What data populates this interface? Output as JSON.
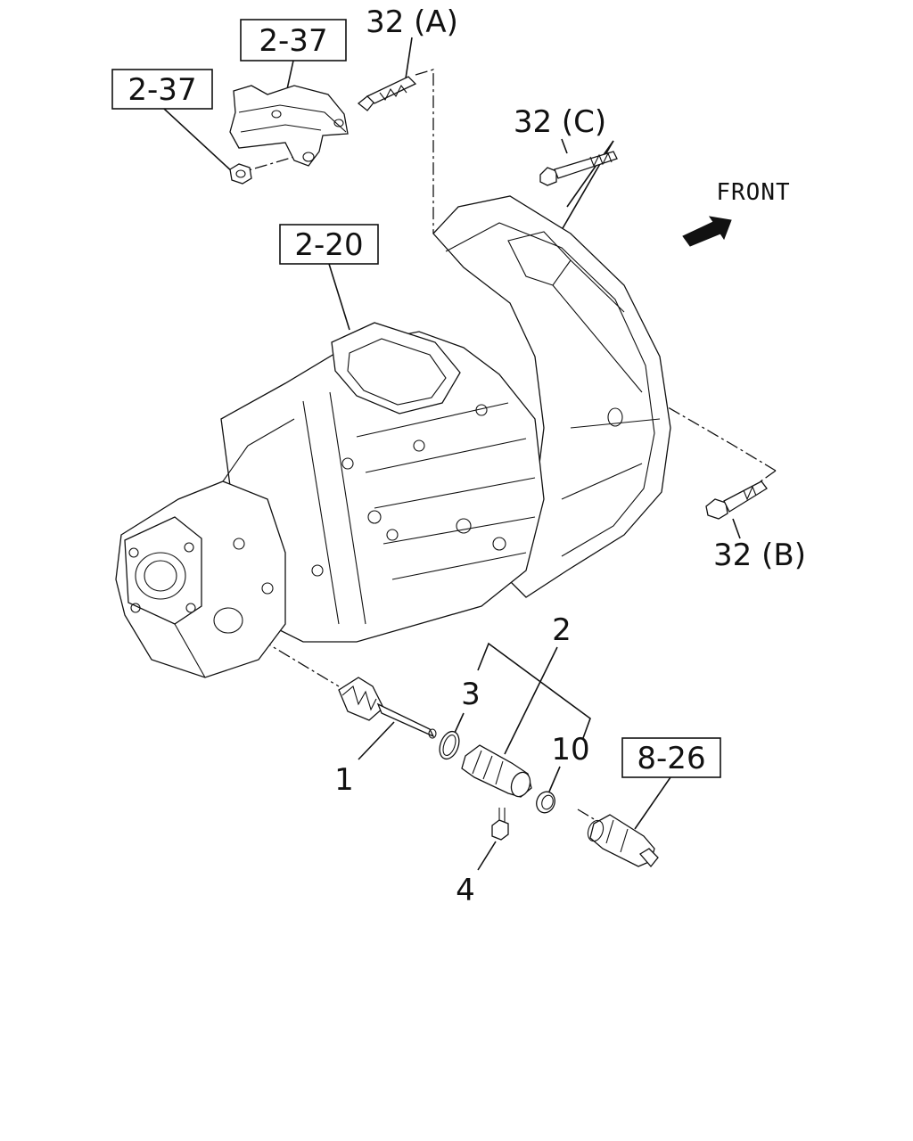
{
  "diagram": {
    "front_label": "FRONT",
    "ref_boxes": [
      {
        "id": "bracket-upper",
        "text": "2-37"
      },
      {
        "id": "bracket-lower",
        "text": "2-37"
      },
      {
        "id": "transmission",
        "text": "2-20"
      },
      {
        "id": "sensor",
        "text": "8-26"
      }
    ],
    "callouts": [
      {
        "id": "bolt-a",
        "text": "32 (A)"
      },
      {
        "id": "bolt-c",
        "text": "32 (C)"
      },
      {
        "id": "bolt-b",
        "text": "32 (B)"
      },
      {
        "id": "shaft",
        "text": "1"
      },
      {
        "id": "sleeve-assembly",
        "text": "2"
      },
      {
        "id": "o-ring",
        "text": "3"
      },
      {
        "id": "screw",
        "text": "4"
      },
      {
        "id": "seal",
        "text": "10"
      }
    ]
  }
}
